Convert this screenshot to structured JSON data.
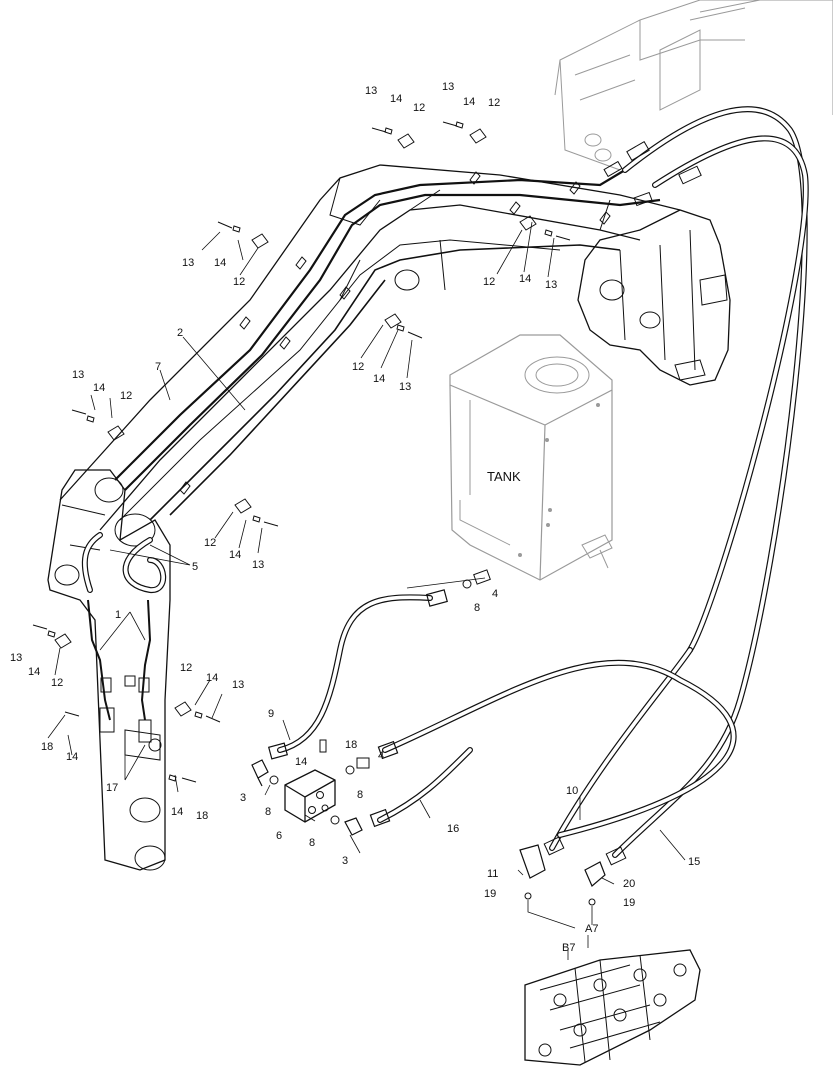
{
  "diagram": {
    "tank_label": "TANK",
    "callouts": {
      "c1": "1",
      "c2": "2",
      "c3a": "3",
      "c3b": "3",
      "c4a": "4",
      "c4b": "4",
      "c5": "5",
      "c6": "6",
      "c7": "7",
      "c8a": "8",
      "c8b": "8",
      "c8c": "8",
      "c8d": "8",
      "c9": "9",
      "c10": "10",
      "c11": "11",
      "c12a": "12",
      "c12b": "12",
      "c12c": "12",
      "c12d": "12",
      "c12e": "12",
      "c12f": "12",
      "c12g": "12",
      "c12h": "12",
      "c12i": "12",
      "c13a": "13",
      "c13b": "13",
      "c13c": "13",
      "c13d": "13",
      "c13e": "13",
      "c13f": "13",
      "c13g": "13",
      "c13h": "13",
      "c14a": "14",
      "c14b": "14",
      "c14c": "14",
      "c14d": "14",
      "c14e": "14",
      "c14f": "14",
      "c14g": "14",
      "c14h": "14",
      "c14i": "14",
      "c14j": "14",
      "c14k": "14",
      "c15": "15",
      "c16": "16",
      "c17": "17",
      "c18a": "18",
      "c18b": "18",
      "c18c": "18",
      "c19a": "19",
      "c19b": "19",
      "c20": "20",
      "cA7": "A7",
      "cB7": "B7"
    }
  }
}
